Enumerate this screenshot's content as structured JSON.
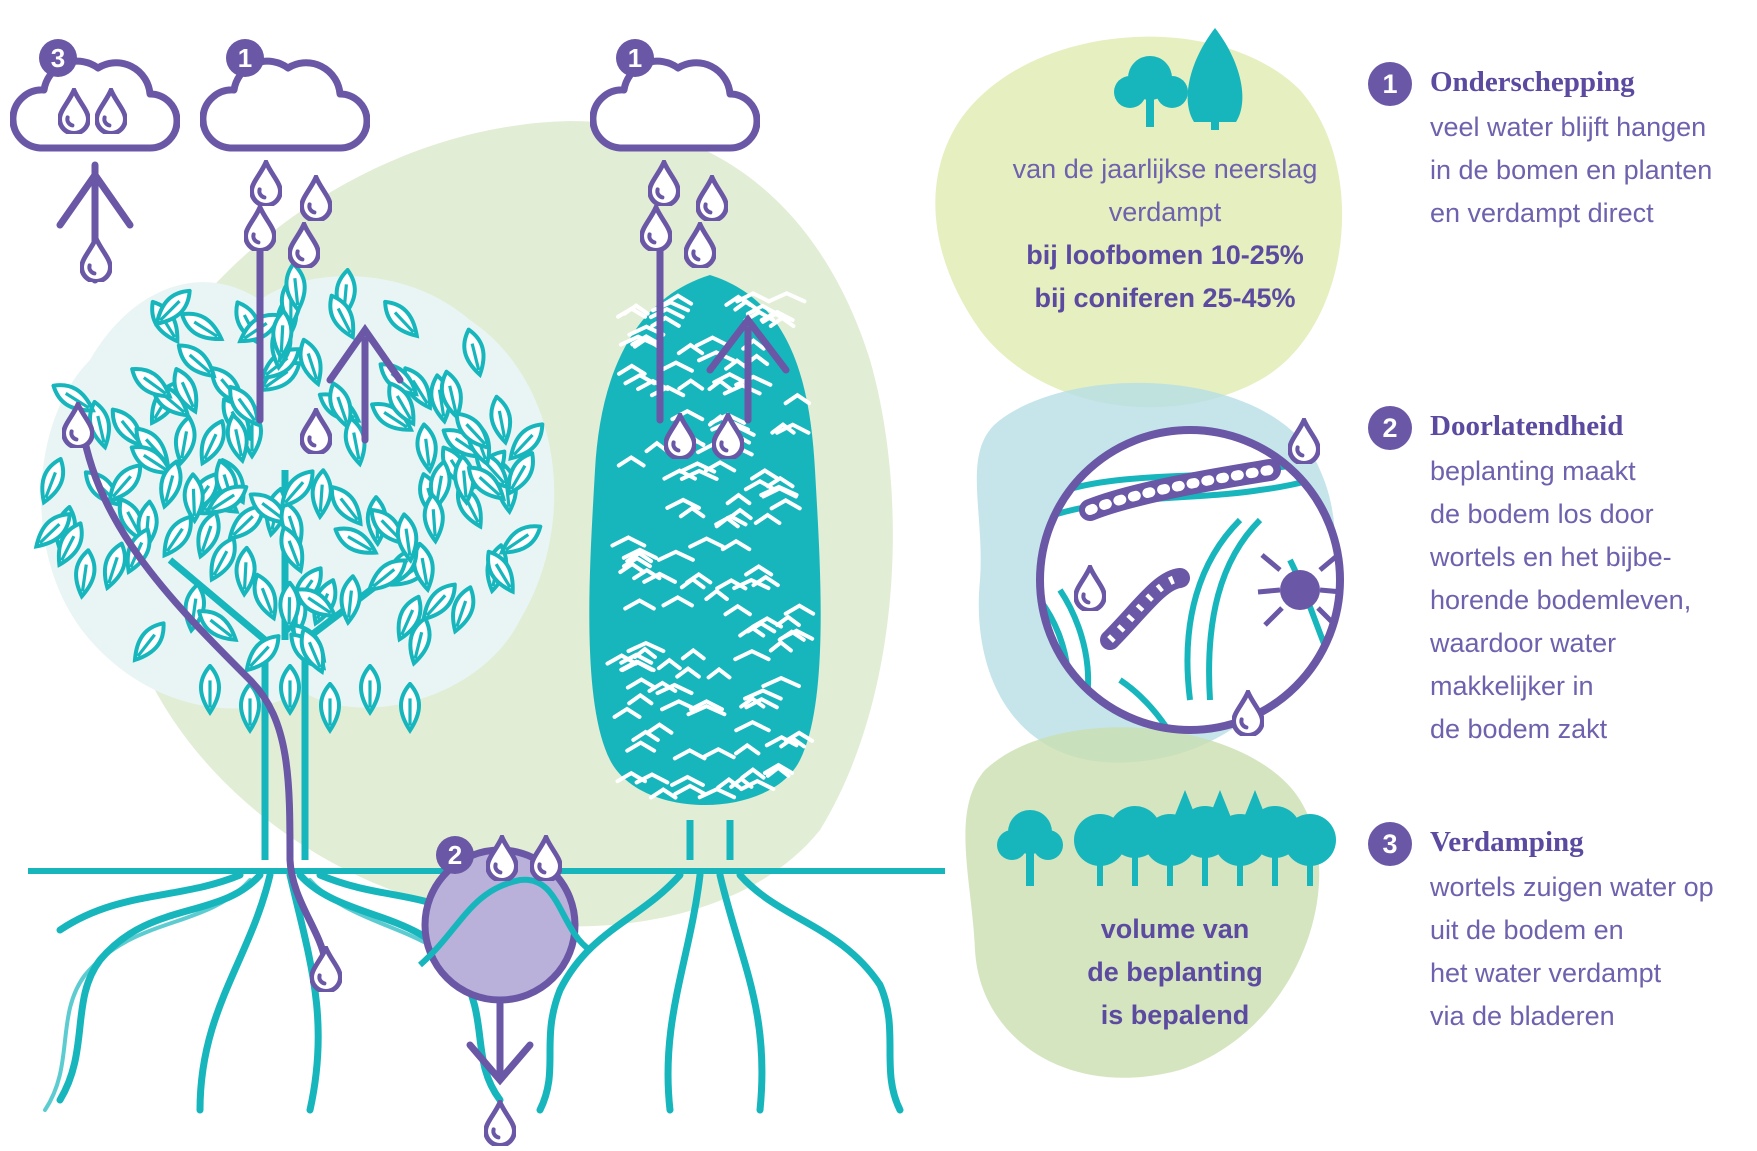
{
  "colors": {
    "purple": "#6a57a6",
    "teal": "#17b6bd",
    "green": "#c9dfb0",
    "lime": "#e6efbf",
    "blue": "#b7dfe6"
  },
  "intercept_blob": {
    "line1": "van de jaarlijkse neerslag",
    "line2": "verdampt",
    "line3": "bij loofbomen 10-25%",
    "line4": "bij coniferen 25-45%"
  },
  "volume_blob": {
    "line1": "volume van",
    "line2": "de beplanting",
    "line3": "is bepalend"
  },
  "diagram_badges": {
    "cloud_left": "3",
    "cloud_mid": "1",
    "cloud_right": "1",
    "soil_circle": "2"
  },
  "legend": [
    {
      "number": "1",
      "title": "Onderschepping",
      "lines": [
        "veel water blijft hangen",
        "in de bomen en planten",
        "en verdampt direct"
      ]
    },
    {
      "number": "2",
      "title": "Doorlatendheid",
      "lines": [
        "beplanting maakt",
        "de bodem los door",
        "wortels en het bijbe-",
        "horende bodemleven,",
        "waardoor water",
        "makkelijker in",
        "de bodem zakt"
      ]
    },
    {
      "number": "3",
      "title": "Verdamping",
      "lines": [
        "wortels zuigen water op",
        "uit de bodem en",
        "het water verdampt",
        "via de bladeren"
      ]
    }
  ]
}
